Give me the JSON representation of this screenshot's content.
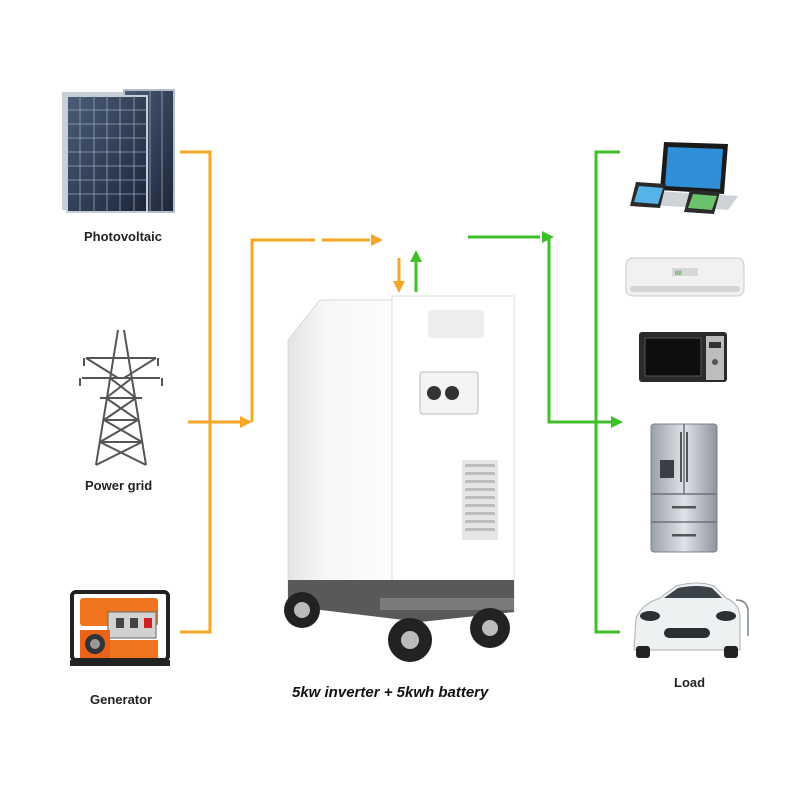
{
  "sources": [
    {
      "label": "Photovoltaic",
      "icon": "solar-panel-icon"
    },
    {
      "label": "Power grid",
      "icon": "transmission-tower-icon"
    },
    {
      "label": "Generator",
      "icon": "generator-icon"
    }
  ],
  "center": {
    "caption": "5kw inverter + 5kwh battery",
    "icon": "inverter-battery-cabinet-icon"
  },
  "loads": {
    "label": "Load",
    "items": [
      {
        "icon": "laptop-tablet-phone-icon"
      },
      {
        "icon": "air-conditioner-icon"
      },
      {
        "icon": "microwave-icon"
      },
      {
        "icon": "refrigerator-icon"
      },
      {
        "icon": "electric-car-icon"
      }
    ]
  },
  "colors": {
    "input_flow": "#f5a623",
    "output_flow": "#3fbf2a"
  }
}
